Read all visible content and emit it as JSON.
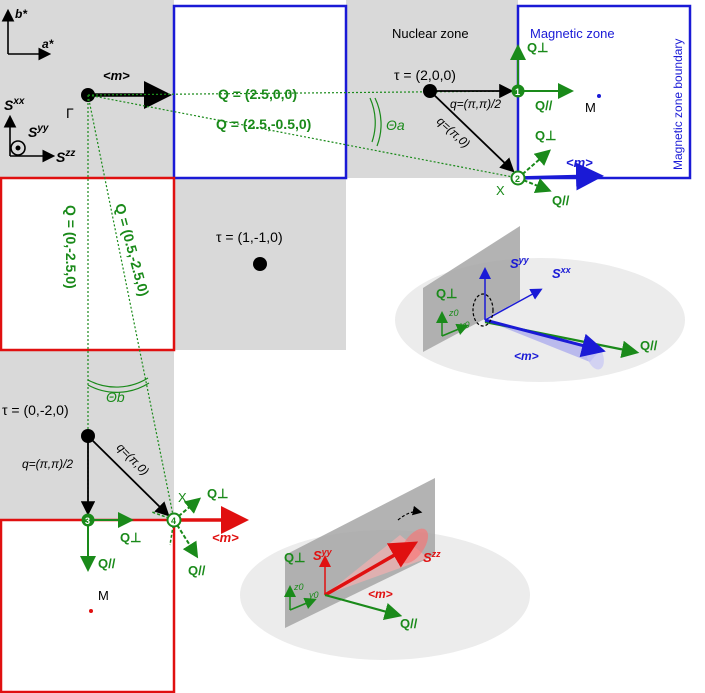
{
  "axes": {
    "b_star": "b*",
    "a_star": "a*",
    "s_xx": "S",
    "s_xx_sup": "xx",
    "s_yy": "S",
    "s_yy_sup": "yy",
    "s_zz": "S",
    "s_zz_sup": "zz"
  },
  "zones": {
    "nuclear": "Nuclear zone",
    "magnetic": "Magnetic zone",
    "magnetic_boundary": "Magnetic zone boundary"
  },
  "points": {
    "gamma": "Γ",
    "tau1": "τ = (2,0,0)",
    "tau2": "τ = (1,-1,0)",
    "tau3": "τ = (0,-2,0)",
    "m_top": "M",
    "m_bottom": "M",
    "x_top": "X",
    "x_bottom": "X"
  },
  "vectors": {
    "q1": "Q = (2.5,0,0)",
    "q2": "Q = (2.5,-0.5,0)",
    "q3": "Q = (0,-2.5,0)",
    "q4": "Q = (0.5,-2.5,0)",
    "q_pipi_top": "q=(π,π)/2",
    "q_pi0_top": "q=(π,0)",
    "q_pipi_bottom": "q=(π,π)/2",
    "q_pi0_bottom": "q=(π,0)"
  },
  "angles": {
    "theta_a": "Θa",
    "theta_b": "Θb"
  },
  "labels": {
    "m": "<m>",
    "q_perp": "Q⊥",
    "q_par": "Q//",
    "z0": "z0",
    "y0": "y0",
    "num1": "1",
    "num2": "2",
    "num3": "3",
    "num4": "4"
  },
  "colors": {
    "gray": "#d9d9d9",
    "green": "#1a8a1a",
    "blue": "#1a1ad6",
    "red": "#e01010"
  }
}
